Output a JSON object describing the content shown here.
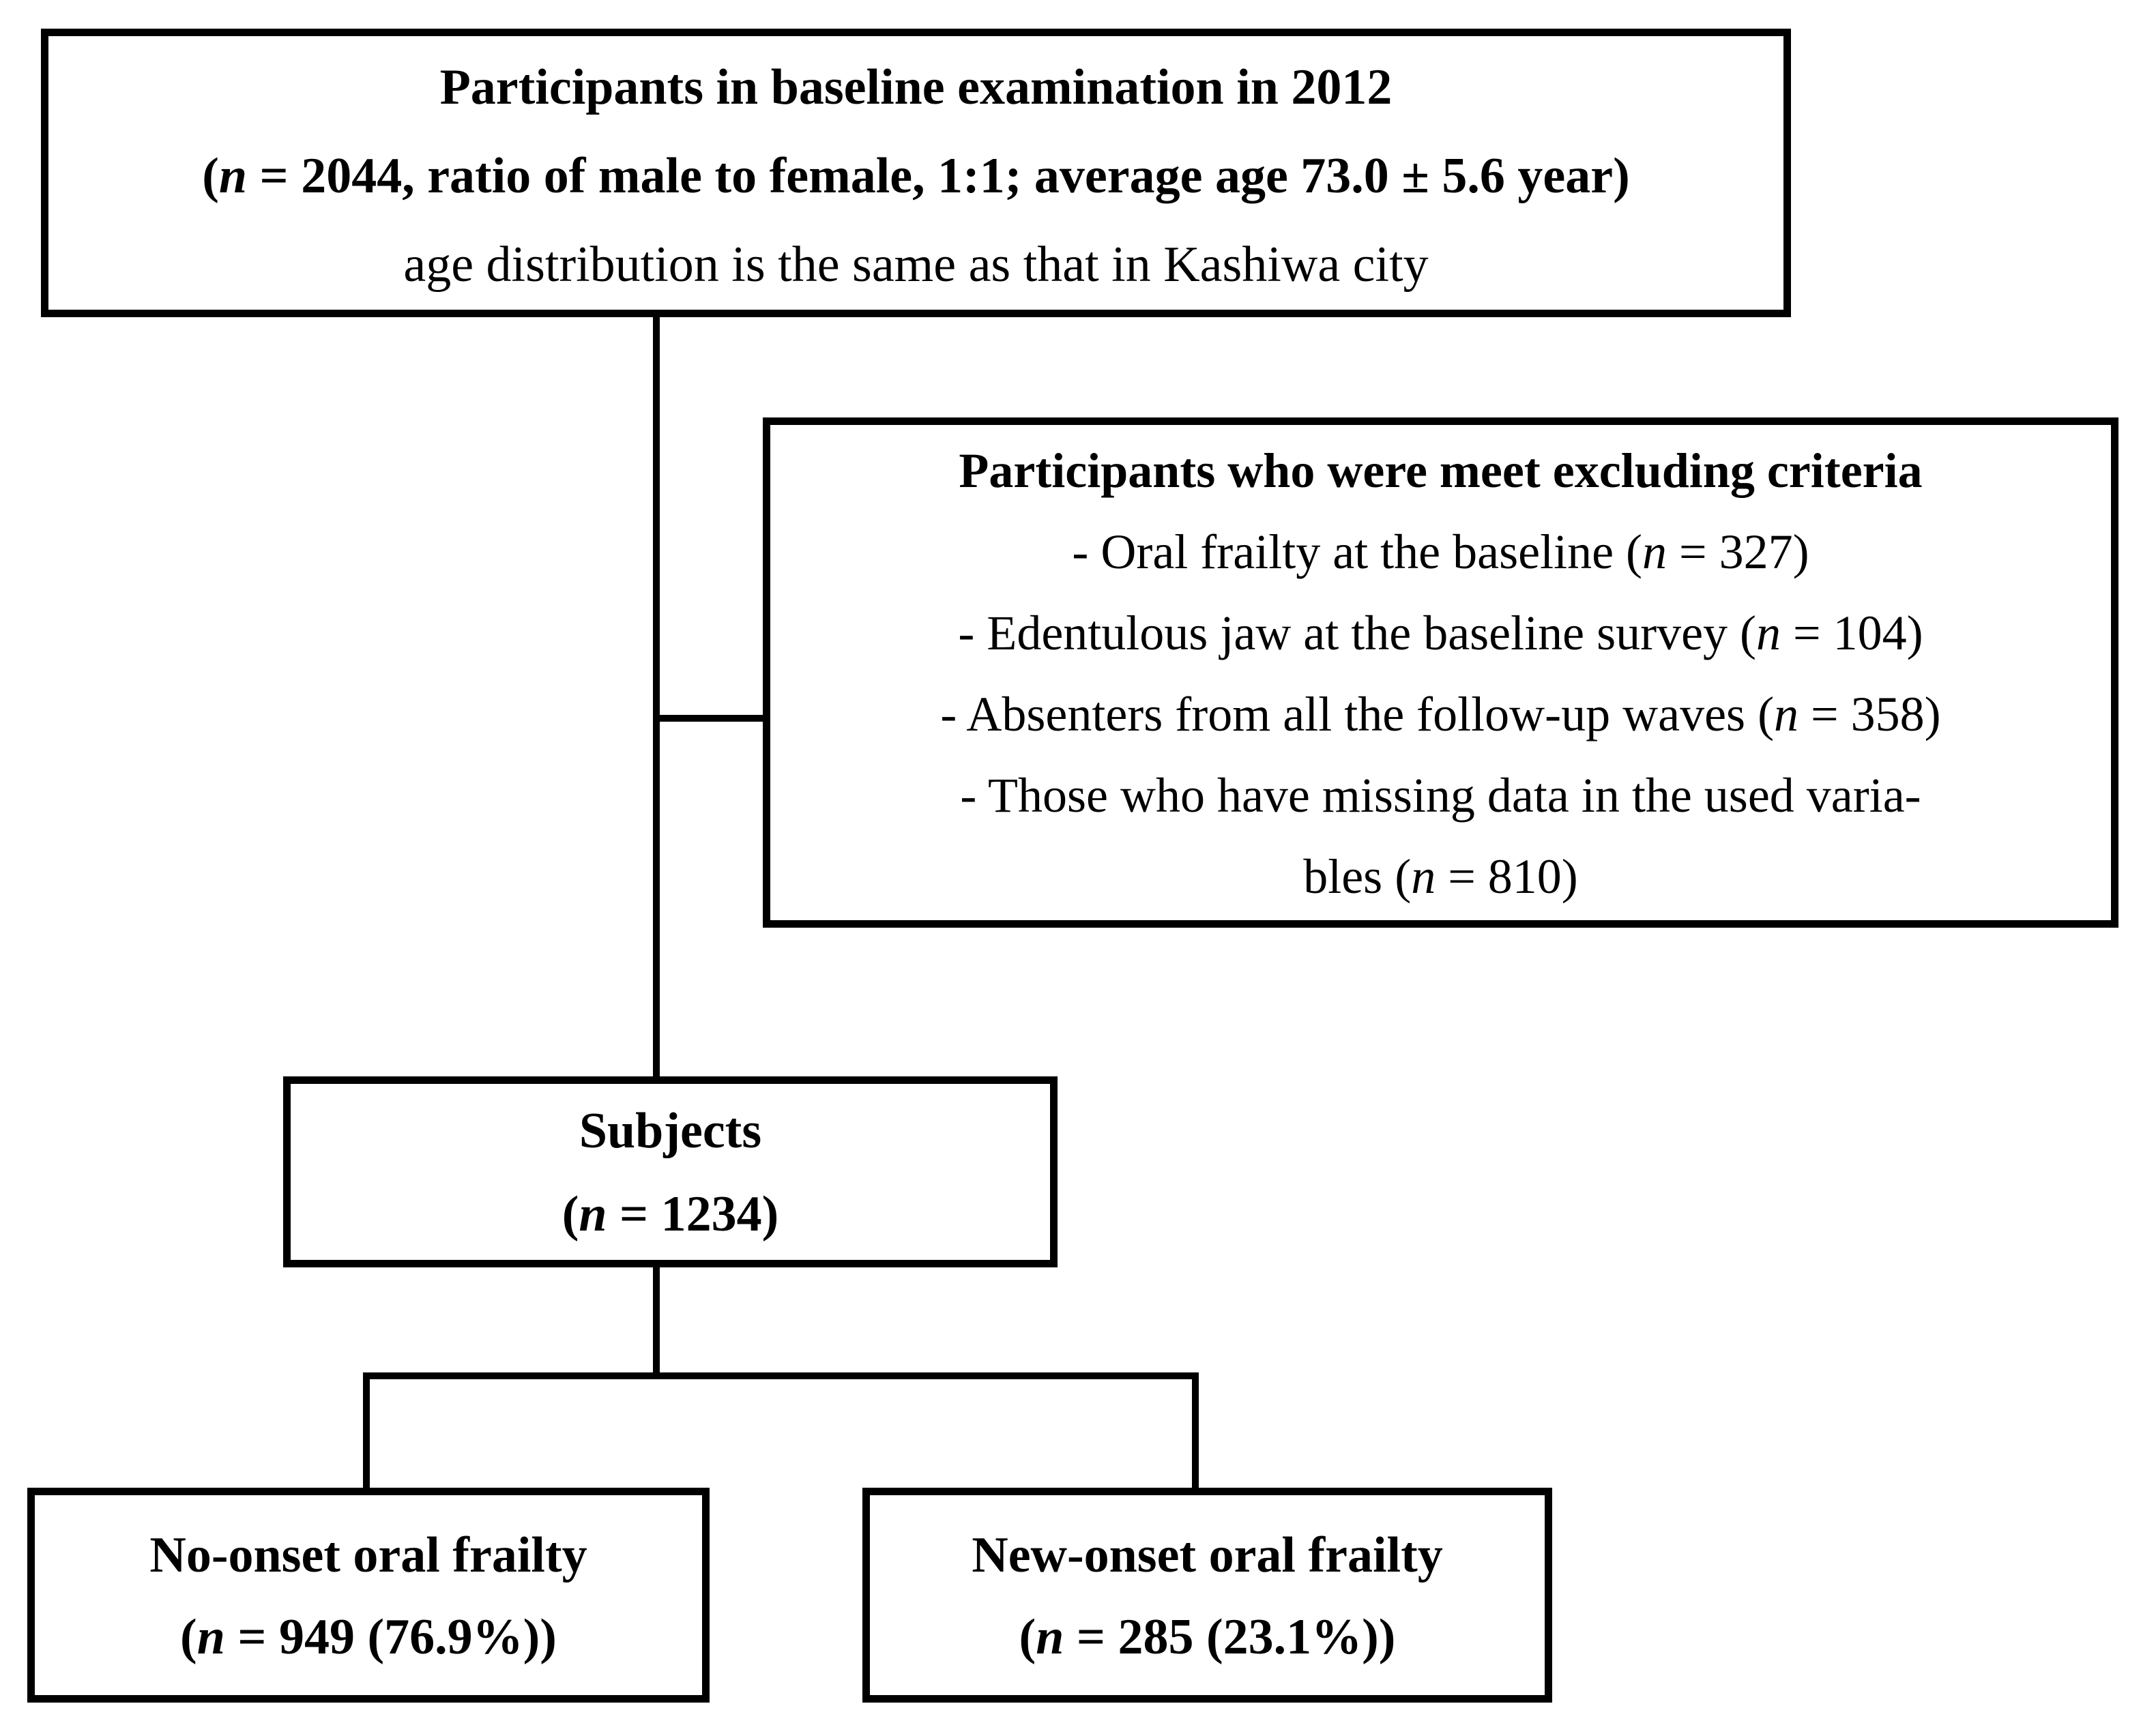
{
  "diagram": {
    "background_color": "#ffffff",
    "line_color": "#000000",
    "text_color": "#000000"
  },
  "boxes": {
    "baseline": {
      "line1": "Participants in baseline examination in 2012",
      "line2_pre": "(",
      "line2_n": "n",
      "line2_post": " = 2044, ratio of male to female, 1:1; average age 73.0 ± 5.6 year)",
      "line3": "age distribution is the same as that in Kashiwa city"
    },
    "exclusion": {
      "heading": "Participants who were meet excluding criteria",
      "items": [
        {
          "pre": "- Oral frailty at the baseline (",
          "n": "n",
          "post": " = 327)"
        },
        {
          "pre": "- Edentulous jaw at the baseline survey (",
          "n": "n",
          "post": " = 104)"
        },
        {
          "pre": "- Absenters from all the follow-up waves (",
          "n": "n",
          "post": " = 358)"
        },
        {
          "pre": "- Those who have missing data in the used varia-",
          "n": "",
          "post": ""
        },
        {
          "pre": "bles (",
          "n": "n",
          "post": " = 810)"
        }
      ]
    },
    "subjects": {
      "line1": "Subjects",
      "line2_pre": "(",
      "line2_n": "n",
      "line2_post": " = 1234)"
    },
    "no_onset": {
      "line1": "No-onset oral frailty",
      "line2_pre": "(",
      "line2_n": "n",
      "line2_post": " = 949 (76.9%))"
    },
    "new_onset": {
      "line1": "New-onset oral frailty",
      "line2_pre": "(",
      "line2_n": "n",
      "line2_post": " = 285 (23.1%))"
    }
  }
}
